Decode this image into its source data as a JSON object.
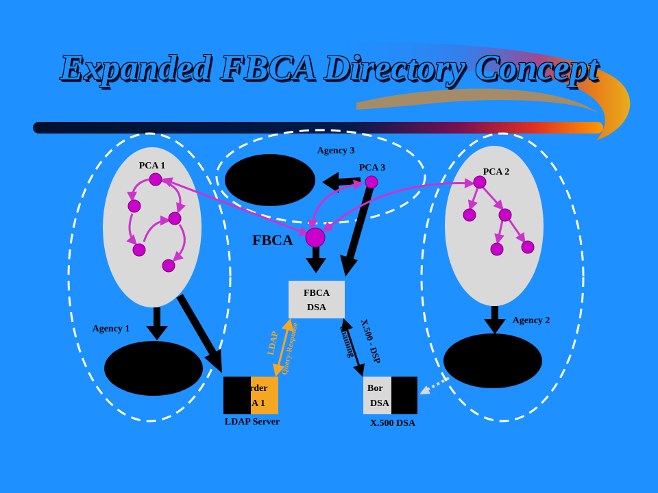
{
  "title": "Expanded FBCA Directory Concept",
  "labels": {
    "pca1": "PCA 1",
    "pca2": "PCA 2",
    "pca3": "PCA 3",
    "agency1": "Agency 1",
    "agency2": "Agency 2",
    "agency3": "Agency 3",
    "fbca": "FBCA",
    "fbca_dsa_line1": "FBCA",
    "fbca_dsa_line2": "DSA",
    "ldap": "LDAP",
    "query_response": "Query-Response",
    "x500_dsp": "X.500 - DSP",
    "chaining": "chaining",
    "border_dsa1_line1": "rder",
    "border_dsa1_line2": "A 1",
    "ldap_server": "LDAP Server",
    "border_dsa2_line1": "Bor",
    "border_dsa2_line2": "DSA",
    "x500_dsa": "X.500 DSA"
  },
  "colors": {
    "background": "#1E90FF",
    "node": "#CC00CC",
    "link": "#CC33CC",
    "ellipse": "#D9D9D9",
    "orange": "#F5A623",
    "dashed": "#FFFFFF"
  }
}
